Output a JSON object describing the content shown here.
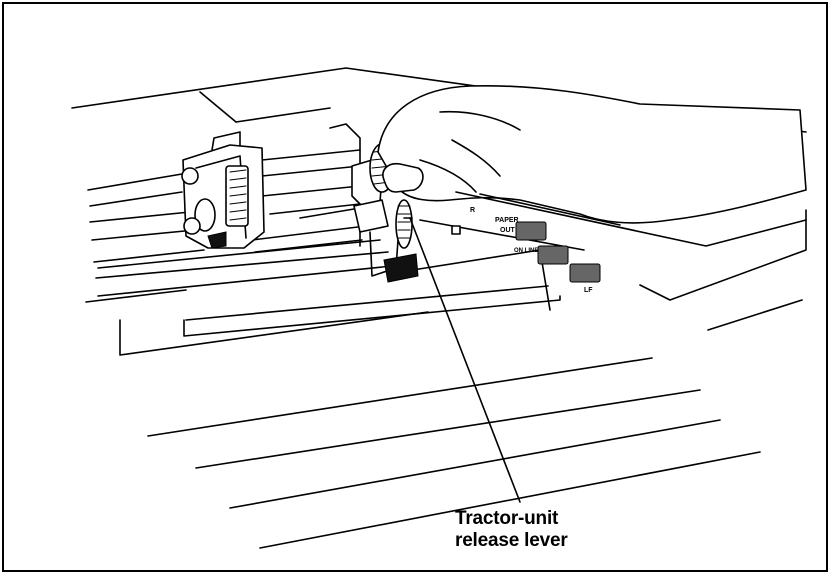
{
  "callout": {
    "line1": "Tractor-unit",
    "line2": "release lever"
  },
  "panel_labels": {
    "label1": "R",
    "label2": "PAPER",
    "label3": "OUT",
    "label4": "ON LINE",
    "label5": "LF"
  },
  "colors": {
    "line": "#000000",
    "background": "#ffffff"
  }
}
